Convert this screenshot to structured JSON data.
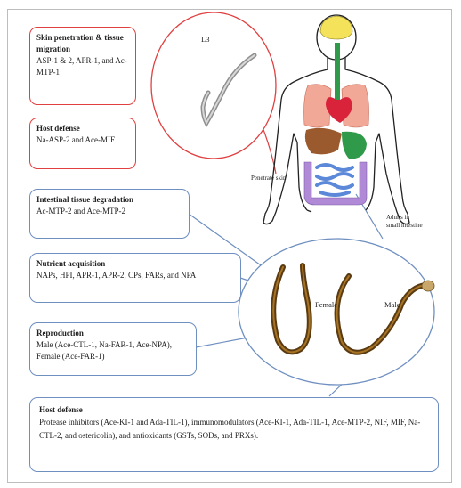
{
  "boxes": {
    "skin_penetration": {
      "title": "Skin penetration & tissue migration",
      "text": "ASP-1 & 2, APR-1, and Ac-MTP-1"
    },
    "host_defense_top": {
      "title": "Host defense",
      "text": "Na-ASP-2 and Ace-MIF"
    },
    "intestinal_degradation": {
      "title": "Intestinal tissue degradation",
      "text": "Ac-MTP-2 and Ace-MTP-2"
    },
    "nutrient_acquisition": {
      "title": "Nutrient acquisition",
      "text": "NAPs, HPI, APR-1, APR-2, CPs, FARs, and NPA"
    },
    "reproduction": {
      "title": "Reproduction",
      "text": "Male (Ace-CTL-1, Na-FAR-1, Ace-NPA), Female (Ace-FAR-1)"
    },
    "host_defense_bottom": {
      "title": "Host defense",
      "text": "Protease inhibitors (Ace-KI-1 and Ada-TIL-1), immunomodulators (Ace-KI-1, Ada-TIL-1, Ace-MTP-2, NIF, MIF, Na-CTL-2, and ostericolin), and antioxidants (GSTs, SODs, and PRXs)."
    }
  },
  "labels": {
    "larva": "L3",
    "penetrate_skin": "Penetrate skin",
    "adults_line1": "Adults in",
    "adults_line2": "small intestine",
    "female": "Female",
    "male": "Male"
  },
  "colors": {
    "red_outline": "#e04040",
    "blue_outline": "#6e8fc0",
    "brain": "#f3e25a",
    "lungs": "#f2a896",
    "heart": "#d9233a",
    "liver": "#9b5a2e",
    "stomach": "#2f9a4a",
    "intestine": "#5b88d8",
    "worm": "#5a3a12"
  }
}
